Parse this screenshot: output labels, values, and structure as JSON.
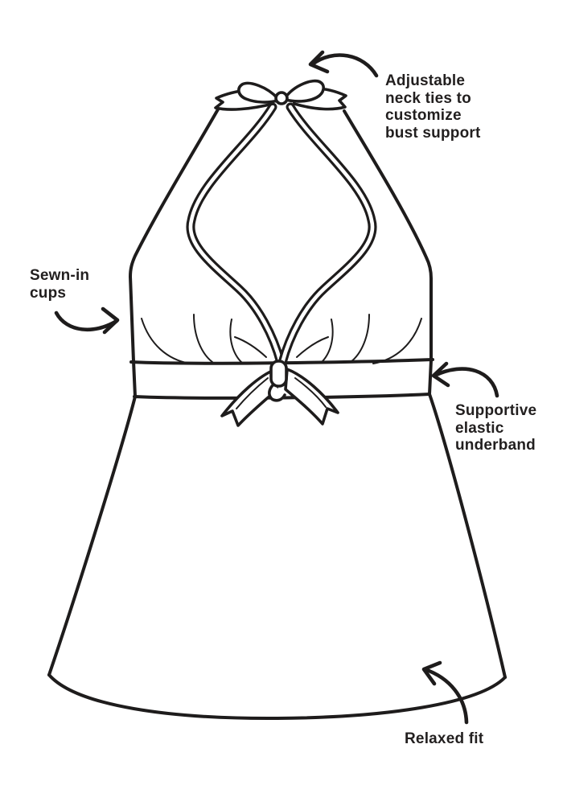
{
  "page": {
    "background": "#ffffff"
  },
  "illustration": {
    "name": "halter-tankini-top-line-drawing",
    "ink_color": "#1e1c1c"
  },
  "icons": {
    "neck_ties_arrow": "curved-arrow",
    "sewn_in_cups_arrow": "curved-arrow",
    "underband_arrow": "curved-arrow",
    "relaxed_fit_arrow": "curved-arrow"
  },
  "annotations": {
    "neck_ties": {
      "text": "Adjustable\nneck ties to\ncustomize\nbust support"
    },
    "sewn_in_cups": {
      "text": "Sewn-in\ncups"
    },
    "elastic_underband": {
      "text": "Supportive\nelastic\nunderband"
    },
    "relaxed_fit": {
      "text": "Relaxed fit"
    }
  }
}
